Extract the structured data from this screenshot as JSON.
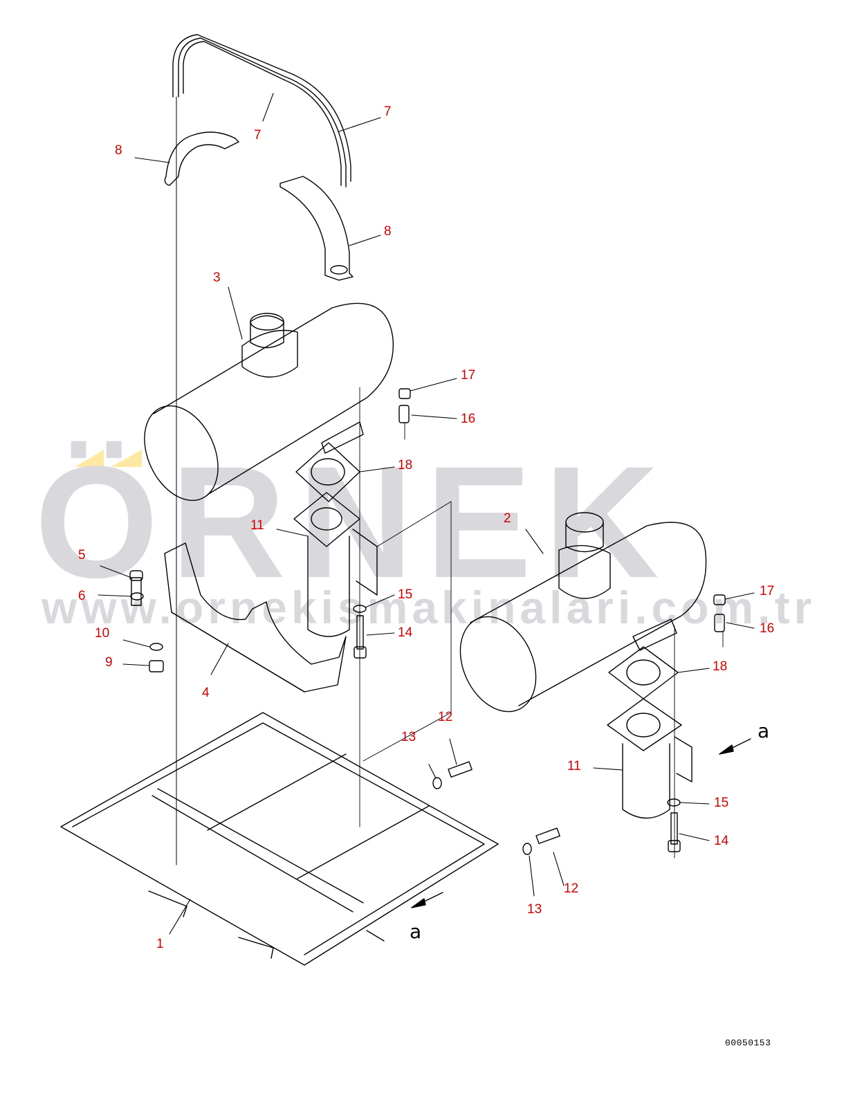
{
  "watermark": {
    "logo_text": "ÖRNEK",
    "url_text": "www.ornekismakinalari.com.tr",
    "text_color": "#d9d8dc",
    "accent_color": "#fde9a3"
  },
  "drawing": {
    "reference_number": "00050153",
    "view_markers": [
      {
        "letter": "a",
        "position": "upper-right arrow"
      },
      {
        "letter": "a",
        "position": "lower arrow"
      }
    ],
    "callouts": [
      {
        "id": "c1",
        "label": "1"
      },
      {
        "id": "c2",
        "label": "2"
      },
      {
        "id": "c3",
        "label": "3"
      },
      {
        "id": "c4",
        "label": "4"
      },
      {
        "id": "c5",
        "label": "5"
      },
      {
        "id": "c6",
        "label": "6"
      },
      {
        "id": "c7a",
        "label": "7"
      },
      {
        "id": "c7b",
        "label": "7"
      },
      {
        "id": "c8a",
        "label": "8"
      },
      {
        "id": "c8b",
        "label": "8"
      },
      {
        "id": "c9",
        "label": "9"
      },
      {
        "id": "c10",
        "label": "10"
      },
      {
        "id": "c11a",
        "label": "11"
      },
      {
        "id": "c11b",
        "label": "11"
      },
      {
        "id": "c12a",
        "label": "12"
      },
      {
        "id": "c12b",
        "label": "12"
      },
      {
        "id": "c13a",
        "label": "13"
      },
      {
        "id": "c13b",
        "label": "13"
      },
      {
        "id": "c14a",
        "label": "14"
      },
      {
        "id": "c14b",
        "label": "14"
      },
      {
        "id": "c15a",
        "label": "15"
      },
      {
        "id": "c15b",
        "label": "15"
      },
      {
        "id": "c16a",
        "label": "16"
      },
      {
        "id": "c16b",
        "label": "16"
      },
      {
        "id": "c17a",
        "label": "17"
      },
      {
        "id": "c17b",
        "label": "17"
      },
      {
        "id": "c18a",
        "label": "18"
      },
      {
        "id": "c18b",
        "label": "18"
      }
    ],
    "callout_color": "#d40000",
    "line_color": "#000000"
  }
}
